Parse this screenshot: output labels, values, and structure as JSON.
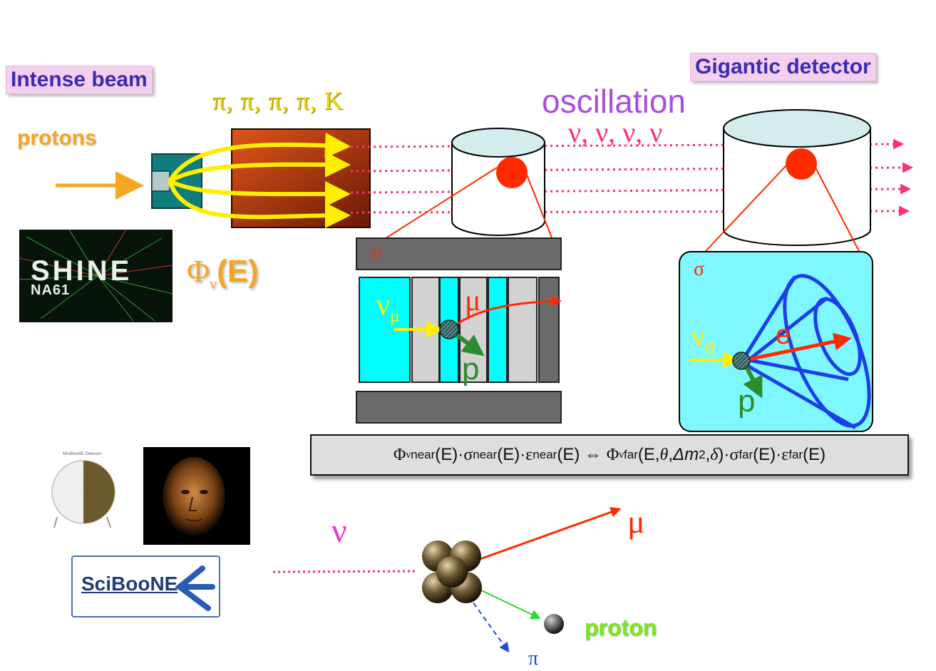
{
  "labels": {
    "intense_beam": "Intense beam",
    "gigantic_detector": "Gigantic detector",
    "protons": "protons",
    "mesons": "π, π, π, π, K",
    "oscillation": "oscillation",
    "neutrinos": "ν, ν, ν, ν",
    "flux_phi": "Φ",
    "flux_sub": "ν",
    "flux_arg": "(E)",
    "sigma_near": "σ",
    "sigma_far": "σ",
    "nu_mu_base": "ν",
    "nu_mu_sub": "μ",
    "mu_near": "μ",
    "p_near": "p",
    "nu_e_base": "ν",
    "nu_e_sub": "e",
    "e_far": "e",
    "p_far": "p",
    "nu_bottom": "ν",
    "mu_bottom": "μ",
    "proton_bottom": "proton",
    "pi_bottom": "π"
  },
  "logos": {
    "shine_big": "SHINE",
    "shine_small": "NA61",
    "sciboone": "SciBooNE",
    "miniboone_caption": "MiniBooNE Detector"
  },
  "formula": {
    "phi1": "Φ",
    "nu1": "ν",
    "near1": "near",
    "e1": "(E)·",
    "sigma1": "σ",
    "near2": "near",
    "e2": "(E)·",
    "eps1": "ε",
    "near3": "near",
    "e3": "(E)",
    "equiv": " ⇔ ",
    "phi2": "Φ",
    "nu2": "ν",
    "far1": "far",
    "args_a": "(E,",
    "theta": "θ",
    "comma1": ",",
    "dm": "Δm",
    "sq": "2",
    "comma2": ",",
    "delta": "δ",
    "close": ")·",
    "sigma2": "σ",
    "far2": "far",
    "e4": "(E)·",
    "eps2": "ε",
    "far3": "far",
    "e5": "(E)"
  },
  "colors": {
    "tag_bg": "#f4d0ee",
    "tag_text": "#3a2bb5",
    "beam_arrow": "#ffee00",
    "proton_arrow": "#f5a623",
    "neutrino_dash": "#ff2d7a",
    "oscillation": "#a94ee0",
    "detector_cyan": "#00ffff",
    "far_box": "#7ff7ff",
    "cone_blue": "#1b3fe8",
    "muon_red": "#ff2a00",
    "proton_green": "#2e8b2e",
    "pion_blue": "#1e4bd8"
  }
}
